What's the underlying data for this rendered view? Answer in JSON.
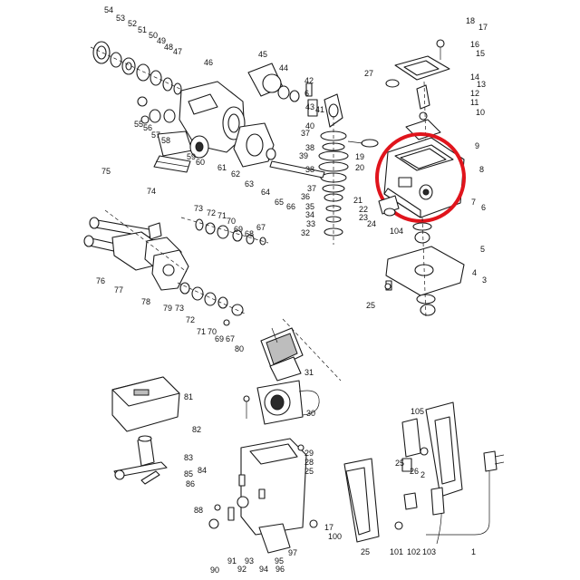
{
  "colors": {
    "highlight": "#e0141c",
    "line": "#1a1a1a",
    "background": "#ffffff"
  },
  "callouts": {
    "c1": "1",
    "c2": "2",
    "c3": "3",
    "c4": "4",
    "c5": "5",
    "c6": "6",
    "c7": "7",
    "c8": "8",
    "c9": "9",
    "c10": "10",
    "c11": "11",
    "c12": "12",
    "c13": "13",
    "c14": "14",
    "c15": "15",
    "c16": "16",
    "c17a": "17",
    "c17b": "17",
    "c18": "18",
    "c19": "19",
    "c20": "20",
    "c21": "21",
    "c22": "22",
    "c23": "23",
    "c24": "24",
    "c25a": "25",
    "c25b": "25",
    "c25c": "25",
    "c25d": "25",
    "c26": "26",
    "c27": "27",
    "c28": "28",
    "c29": "29",
    "c30": "30",
    "c31": "31",
    "c32": "32",
    "c33": "33",
    "c34": "34",
    "c35": "35",
    "c36": "36",
    "c37a": "37",
    "c37b": "37",
    "c38a": "38",
    "c38b": "38",
    "c39": "39",
    "c40": "40",
    "c41": "41",
    "c42": "42",
    "c43": "43",
    "c44": "44",
    "c45": "45",
    "c46": "46",
    "c47": "47",
    "c48": "48",
    "c49": "49",
    "c50": "50",
    "c51": "51",
    "c52": "52",
    "c53": "53",
    "c54": "54",
    "c55": "55",
    "c56": "56",
    "c57": "57",
    "c58": "58",
    "c59": "59",
    "c60": "60",
    "c61": "61",
    "c62": "62",
    "c63": "63",
    "c64": "64",
    "c65": "65",
    "c66": "66",
    "c67a": "67",
    "c67b": "67",
    "c68": "68",
    "c69a": "69",
    "c69b": "69",
    "c70a": "70",
    "c70b": "70",
    "c71a": "71",
    "c71b": "71",
    "c72a": "72",
    "c72b": "72",
    "c73a": "73",
    "c73b": "73",
    "c74": "74",
    "c75": "75",
    "c76": "76",
    "c77": "77",
    "c78": "78",
    "c79": "79",
    "c80": "80",
    "c81": "81",
    "c82": "82",
    "c83": "83",
    "c84": "84",
    "c85": "85",
    "c86": "86",
    "c88": "88",
    "c90": "90",
    "c91": "91",
    "c92": "92",
    "c93": "93",
    "c94": "94",
    "c95": "95",
    "c96": "96",
    "c97": "97",
    "c100": "100",
    "c101": "101",
    "c102": "102",
    "c103": "103",
    "c104": "104",
    "c105": "105",
    "c6b": "6"
  }
}
